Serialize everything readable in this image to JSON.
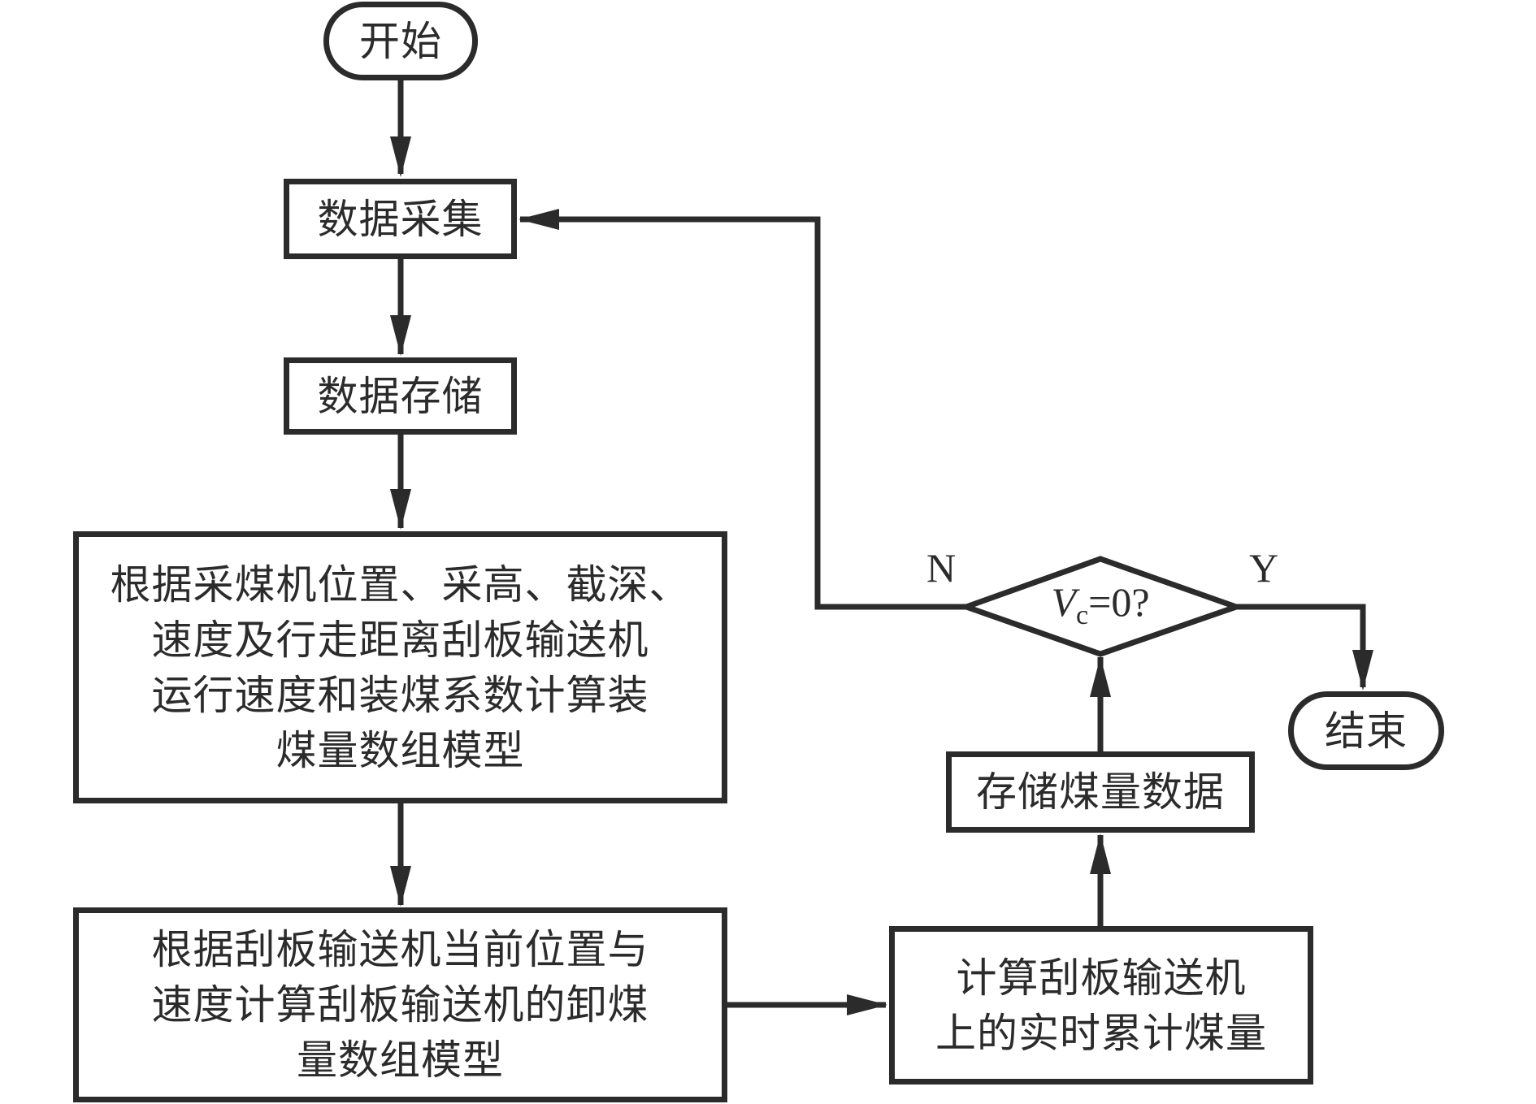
{
  "diagram": {
    "type": "flowchart",
    "nodes": {
      "start": {
        "label": "开始",
        "shape": "terminal"
      },
      "collect": {
        "label": "数据采集",
        "shape": "process"
      },
      "store": {
        "label": "数据存储",
        "shape": "process"
      },
      "load_model": {
        "label": "根据采煤机位置、采高、截深、\n速度及行走距离刮板输送机\n运行速度和装煤系数计算装\n煤量数组模型",
        "shape": "process"
      },
      "unload_model": {
        "label": "根据刮板输送机当前位置与\n速度计算刮板输送机的卸煤\n量数组模型",
        "shape": "process"
      },
      "accumulate": {
        "label": "计算刮板输送机\n上的实时累计煤量",
        "shape": "process"
      },
      "store_coal": {
        "label": "存储煤量数据",
        "shape": "process"
      },
      "decision": {
        "var": "V",
        "sub": "c",
        "rest": "=0?",
        "shape": "decision"
      },
      "end": {
        "label": "结束",
        "shape": "terminal"
      }
    },
    "branch_labels": {
      "no": "N",
      "yes": "Y"
    },
    "edges": [
      [
        "start",
        "collect"
      ],
      [
        "collect",
        "store"
      ],
      [
        "store",
        "load_model"
      ],
      [
        "load_model",
        "unload_model"
      ],
      [
        "unload_model",
        "accumulate"
      ],
      [
        "accumulate",
        "store_coal"
      ],
      [
        "store_coal",
        "decision"
      ],
      [
        "decision",
        "end",
        "Y"
      ],
      [
        "decision",
        "collect",
        "N"
      ]
    ]
  }
}
